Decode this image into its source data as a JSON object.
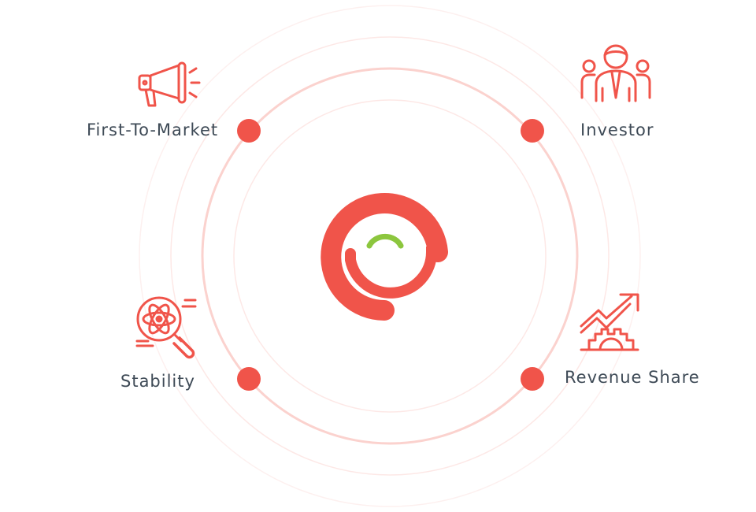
{
  "colors": {
    "accent": "#f0544a",
    "logo_arc": "#f0544a",
    "logo_smile": "#8cc63e",
    "ring_faint": "#fde8e6",
    "ring_main": "#fbcfcb",
    "text": "#3e4a56"
  },
  "features": [
    {
      "label": "First-To-Market",
      "icon": "megaphone-icon"
    },
    {
      "label": "Investor",
      "icon": "business-people-icon"
    },
    {
      "label": "Stability",
      "icon": "atom-search-icon"
    },
    {
      "label": "Revenue Share",
      "icon": "growth-gear-icon"
    }
  ],
  "center_logo": {
    "icon": "brand-logo"
  }
}
